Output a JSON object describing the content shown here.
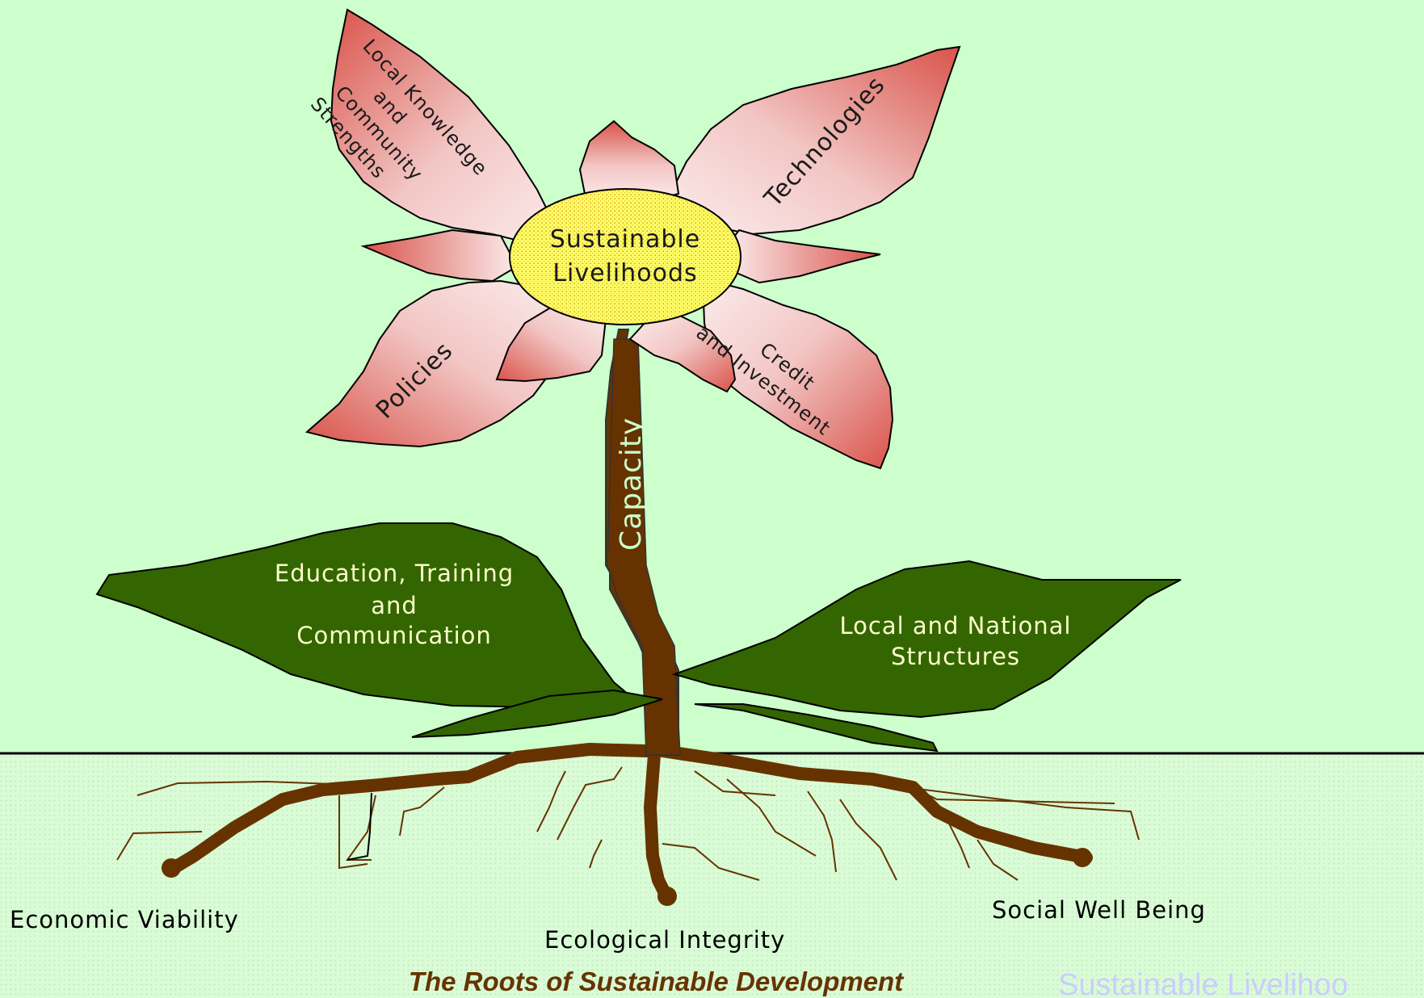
{
  "center": {
    "line1": "Sustainable",
    "line2": "Livelihoods"
  },
  "petals": {
    "local_knowledge": [
      "Local Knowledge",
      "and",
      "Community",
      "Strengths"
    ],
    "technologies": "Technologies",
    "policies": "Policies",
    "credit": [
      "Credit",
      "and Investment"
    ]
  },
  "stem": {
    "label": "Capacity"
  },
  "leaves": {
    "education": [
      "Education, Training",
      "and",
      "Communication"
    ],
    "structures": [
      "Local and National",
      "Structures"
    ]
  },
  "roots": {
    "economic": "Economic Viability",
    "ecological": "Ecological Integrity",
    "social": "Social Well Being"
  },
  "caption": "The Roots of Sustainable Development",
  "footer": "Sustainable Livelihoo",
  "colors": {
    "sky": "#ccffcc",
    "soil": "#d9fcd6",
    "petal_edge": "#d9534a",
    "leaf": "#336600",
    "stem": "#663300",
    "center": "#ffff66",
    "caption": "#663300",
    "footer": "#ccccff"
  }
}
